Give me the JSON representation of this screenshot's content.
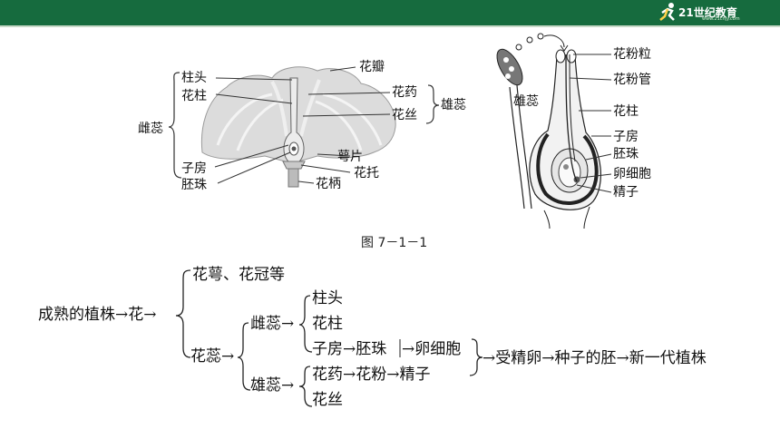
{
  "header": {
    "logo_name": "21-century-education-logo",
    "logo_text": "21世纪教育",
    "logo_sub": "www.21cnjy.com",
    "bar_color": "#166b3e"
  },
  "figure1": {
    "labels": {
      "zhutou": "柱头",
      "huazhu": "花柱",
      "cirui": "雌蕊",
      "zifang": "子房",
      "peizhu": "胚珠",
      "huaban": "花瓣",
      "huayao": "花药",
      "huasi": "花丝",
      "xiongrui": "雄蕊",
      "epian": "萼片",
      "huatuo": "花托",
      "huabing": "花柄"
    }
  },
  "figure2": {
    "labels": {
      "huafenli": "花粉粒",
      "huafenguan": "花粉管",
      "huazhu": "花柱",
      "zifang": "子房",
      "peizhu": "胚珠",
      "luanxibao": "卵细胞",
      "jingzi": "精子",
      "xiongrui": "雄蕊"
    }
  },
  "caption": "图 7－1－1",
  "flow": {
    "plant": "成熟的植株→花→",
    "calyx": "花萼、花冠等",
    "ruipart": "花蕊→",
    "pistil": "雌蕊→",
    "stigma": "柱头",
    "style": "花柱",
    "ovary_a": "子房→胚珠",
    "ovary_b": "→卵细胞",
    "stamen": "雄蕊→",
    "anther": "花药→花粉→精子",
    "filament": "花丝",
    "result": "→受精卵→种子的胚→新一代植株"
  }
}
